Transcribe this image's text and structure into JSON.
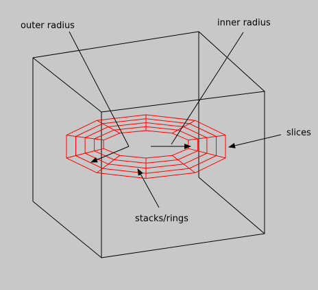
{
  "labels": {
    "outer_radius": "outer radius",
    "inner_radius": "inner radius",
    "slices": "slices",
    "stacks_rings": "stacks/rings"
  },
  "colors": {
    "background": "#c8c8c8",
    "box_edges": "#000000",
    "mesh": "#ff0000",
    "annotation": "#000000"
  },
  "mesh": {
    "slices": 10,
    "rings": 4
  }
}
